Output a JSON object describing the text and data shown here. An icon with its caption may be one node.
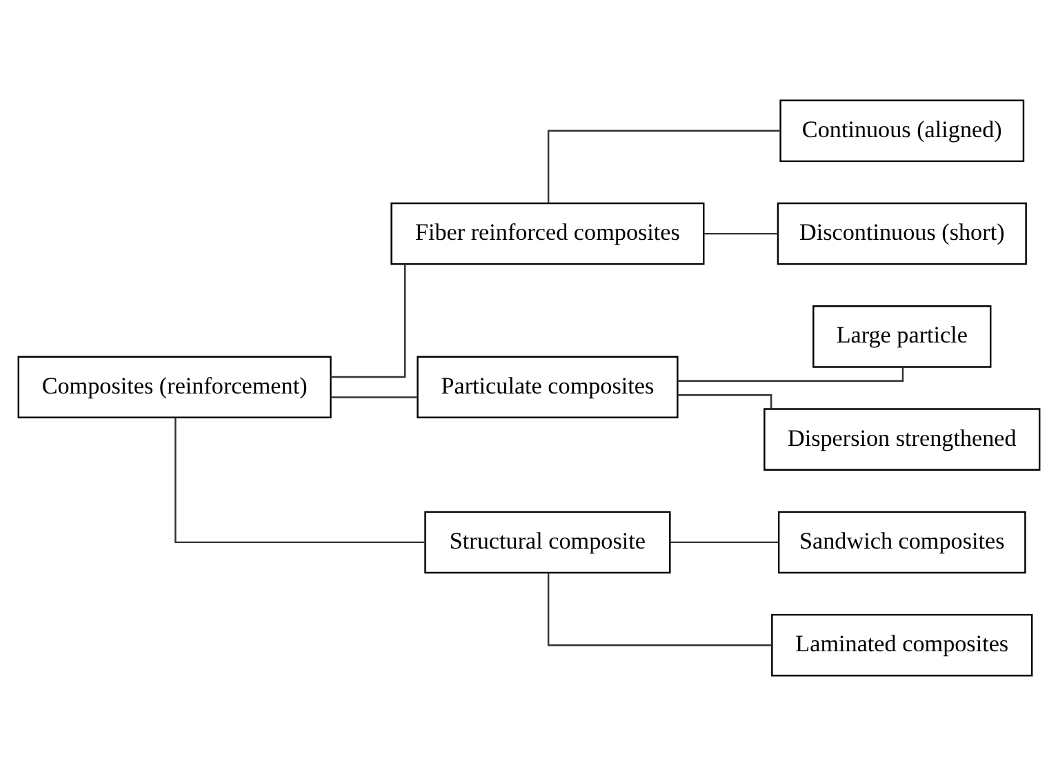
{
  "diagram": {
    "nodes": [
      {
        "text": [
          "Composites (reinforcement)"
        ]
      },
      {
        "text": [
          "Fiber reinforced composites"
        ]
      },
      {
        "text": [
          "Continuous (aligned)"
        ]
      },
      {
        "text": [
          "Discontinuous (short)"
        ]
      },
      {
        "text": [
          "Particulate composites"
        ]
      },
      {
        "text": [
          "Large particle"
        ]
      },
      {
        "text": [
          "Dispersion strengthened"
        ]
      },
      {
        "text": [
          "Structural composite"
        ]
      },
      {
        "text": [
          "Sandwich composites"
        ]
      },
      {
        "text": [
          "Laminated composites"
        ]
      }
    ],
    "edges": [
      {
        "from": 0,
        "to": 1,
        "arrow": "none"
      },
      {
        "from": 0,
        "to": 4,
        "arrow": "none"
      },
      {
        "from": 0,
        "to": 7,
        "arrow": "none"
      },
      {
        "from": 1,
        "to": 2,
        "arrow": "none"
      },
      {
        "from": 1,
        "to": 3,
        "arrow": "none"
      },
      {
        "from": 4,
        "to": 5,
        "arrow": "none"
      },
      {
        "from": 4,
        "to": 6,
        "arrow": "none"
      },
      {
        "from": 7,
        "to": 8,
        "arrow": "none"
      },
      {
        "from": 7,
        "to": 9,
        "arrow": "none"
      }
    ]
  }
}
